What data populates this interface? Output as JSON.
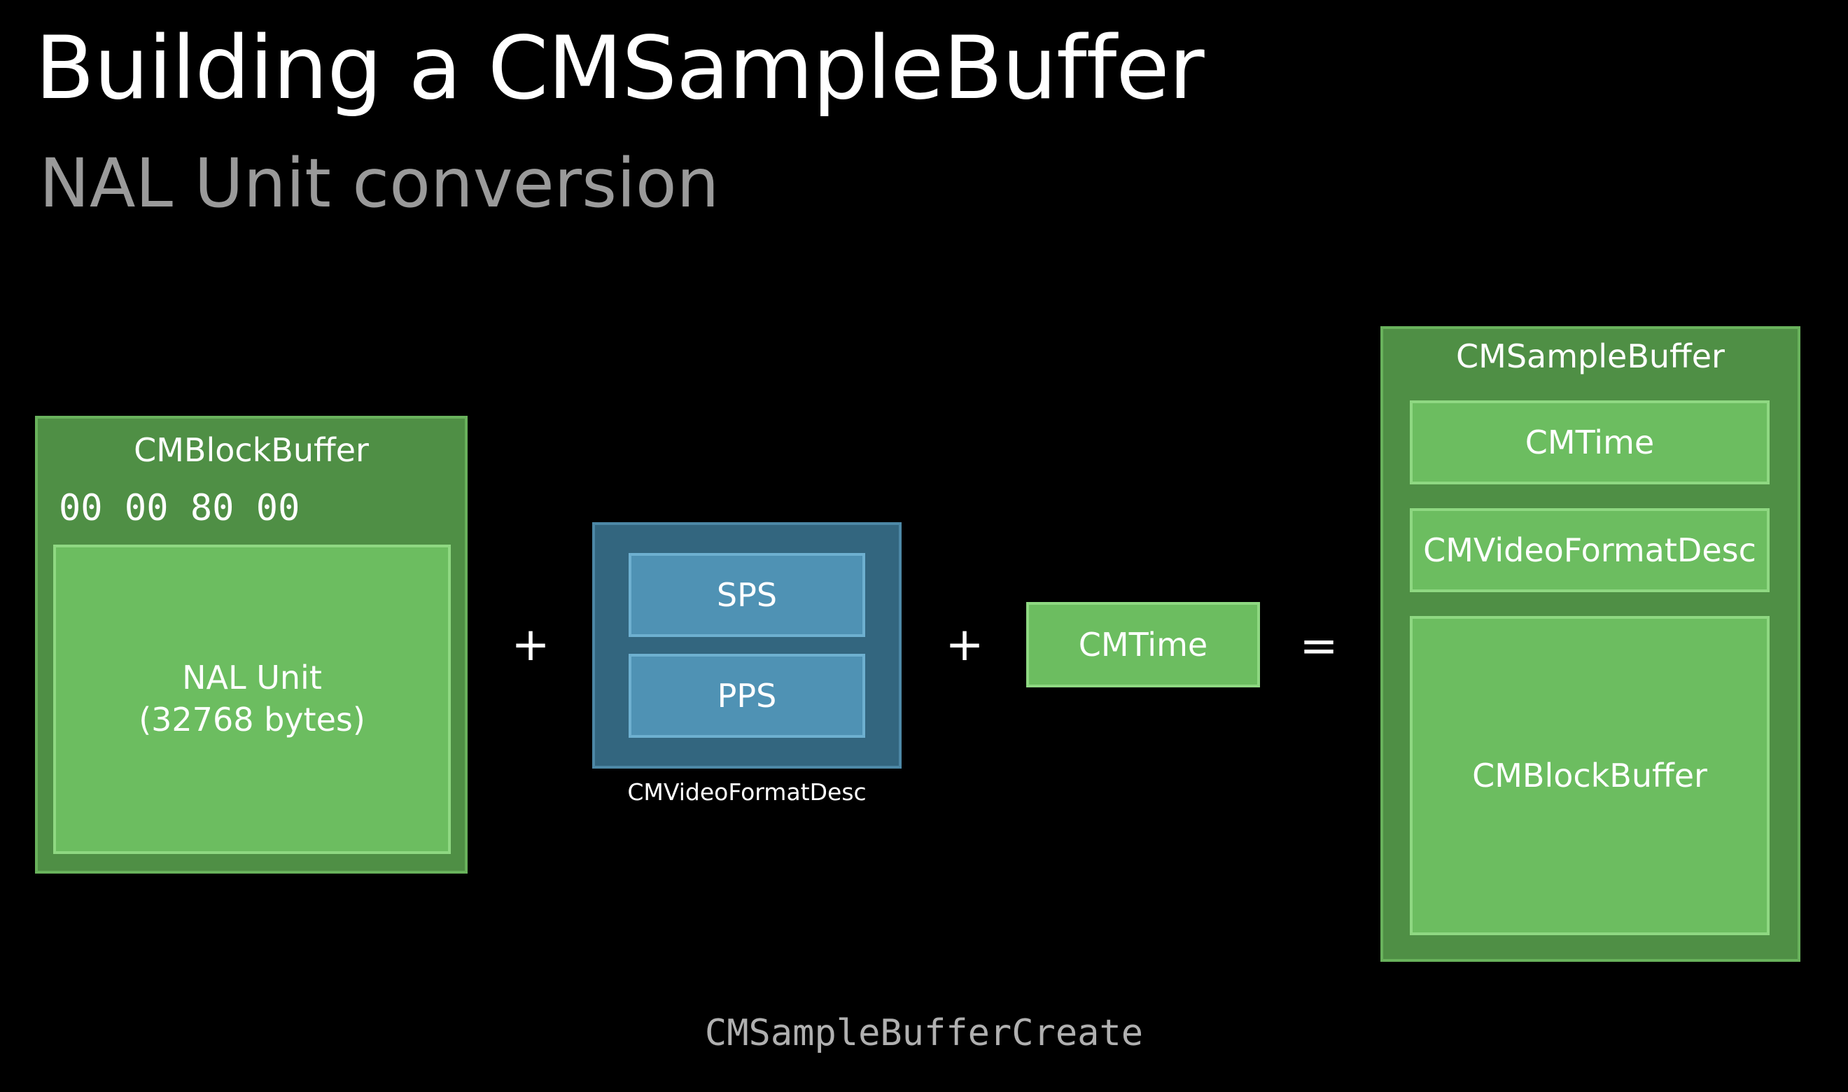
{
  "title": "Building a CMSampleBuffer",
  "subtitle": "NAL Unit conversion",
  "block_buffer": {
    "label": "CMBlockBuffer",
    "header_bytes": "00 00 80 00",
    "nal_unit_label": "NAL Unit",
    "nal_unit_size": "(32768 bytes)"
  },
  "operators": {
    "plus_1": "+",
    "plus_2": "+",
    "equals": "="
  },
  "format_desc": {
    "sps": "SPS",
    "pps": "PPS",
    "caption": "CMVideoFormatDesc"
  },
  "time": {
    "label": "CMTime"
  },
  "sample_buffer": {
    "label": "CMSampleBuffer",
    "time": "CMTime",
    "format_desc": "CMVideoFormatDesc",
    "block_buffer": "CMBlockBuffer"
  },
  "function_name": "CMSampleBufferCreate"
}
